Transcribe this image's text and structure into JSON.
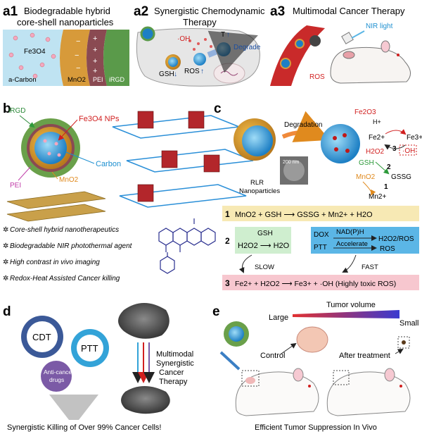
{
  "colors": {
    "carbon": "#bfe3f2",
    "mno2": "#d79a3a",
    "pei": "#8a4a52",
    "irgd": "#5a9a4a",
    "cdt": "#3b5998",
    "ptt": "#33a3d8",
    "drugs": "#7b5aa6",
    "step1": "#f7e9b4",
    "step2": "#cfeecf",
    "step3": "#f7c7cf",
    "blue_box": "#5bb6e6",
    "red": "#d11f1f"
  },
  "panel_a1": {
    "label": "a1",
    "title_line1": "Biodegradable hybrid",
    "title_line2": "core-shell nanoparticles",
    "fe3o4": "Fe3O4",
    "a_carbon": "a-Carbon",
    "mno2": "MnO2",
    "pei": "PEI",
    "irgd": "iRGD"
  },
  "panel_a2": {
    "label": "a2",
    "title_line1": "Synergistic Chemodynamic",
    "title_line2": "Therapy",
    "oh": "·OH",
    "gsh": "GSH",
    "ros": "ROS",
    "t": "T",
    "degrade": "Degrade"
  },
  "panel_a3": {
    "label": "a3",
    "title": "Multimodal Cancer Therapy",
    "nir": "NIR light",
    "ros": "ROS"
  },
  "panel_b": {
    "label": "b",
    "irgd": "iRGD",
    "fe3o4": "Fe3O4 NPs",
    "carbon": "Carbon",
    "pei": "PEI",
    "mno2": "MnO2",
    "bullets": [
      "Core-shell hybrid nanotherapeutics",
      "Biodegradable NIR photothermal agent",
      "High contrast in vivo imaging",
      "Redox-Heat Assisted Cancer killing"
    ]
  },
  "panel_c": {
    "label": "c",
    "degradation": "Degradation",
    "scale": "200 nm",
    "rlr": "RLR",
    "nanoparticles": "Nanoparticles",
    "fe2o3": "Fe2O3",
    "h_plus": "H+",
    "fe2": "Fe2+",
    "fe3": "Fe3+",
    "h2o2": "H2O2",
    "oh": "·OH",
    "gsh": "GSH",
    "gssg": "GSSG",
    "mno2": "MnO2",
    "mn2": "Mn2+",
    "num1": "1",
    "num2": "2",
    "num3": "3",
    "eq1_num": "1",
    "eq1": "MnO2  +  GSH  ⟶  GSSG  +  Mn2+  +  H2O",
    "eq2_num": "2",
    "eq2_gsh": "GSH",
    "eq2": "H2O2  ⟶  H2O",
    "dox": "DOX",
    "ptt": "PTT",
    "nadph": "NAD(P)H",
    "accelerate": "Accelerate",
    "h2o2ros": "H2O2/ROS",
    "ros": "ROS",
    "slow": "SLOW",
    "fast": "FAST",
    "eq3_num": "3",
    "eq3": "Fe2+  +  H2O2  ⟶  Fe3+  +  ·OH (Highly toxic ROS)"
  },
  "panel_d": {
    "label": "d",
    "cdt": "CDT",
    "ptt": "PTT",
    "drugs_line1": "Anti-cancer",
    "drugs_line2": "drugs",
    "therapy_line1": "Multimodal",
    "therapy_line2": "Synergistic",
    "therapy_line3": "Cancer",
    "therapy_line4": "Therapy",
    "caption": "Synergistic Killing of Over 99% Cancer Cells!"
  },
  "panel_e": {
    "label": "e",
    "large": "Large",
    "tumor_volume": "Tumor volume",
    "small": "Small",
    "control": "Control",
    "after": "After treatment",
    "caption": "Efficient Tumor Suppression In Vivo"
  }
}
